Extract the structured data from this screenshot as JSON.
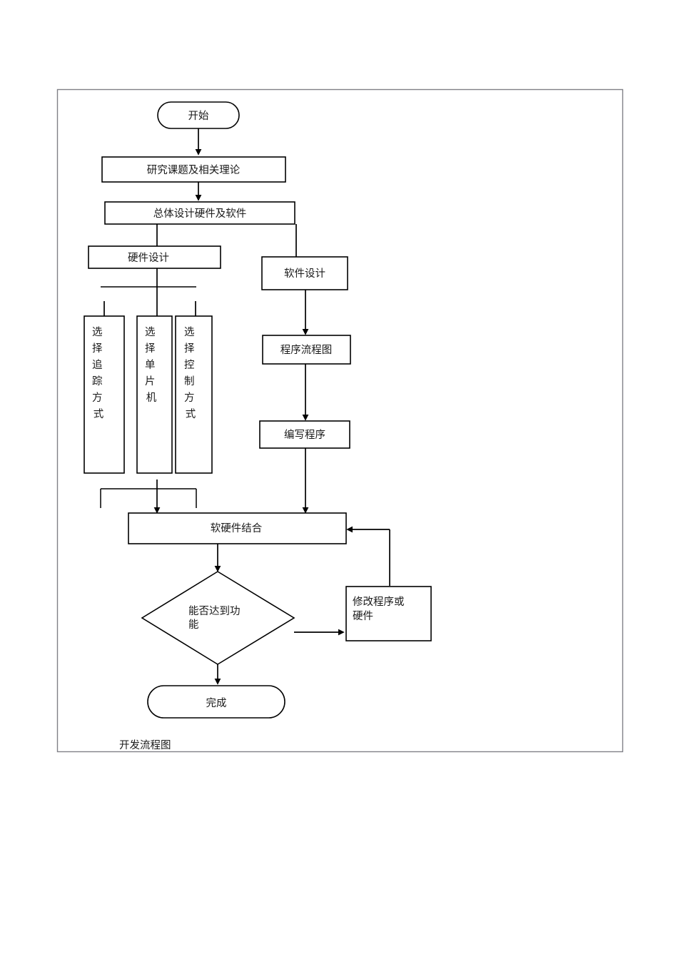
{
  "document": {
    "caption": "开发流程图",
    "frame_color": "#808087",
    "line_color": "#000000",
    "text_color": "#1a1a1a",
    "background": "#ffffff"
  },
  "chart_data": {
    "type": "diagram",
    "diagram_kind": "flowchart",
    "title": "开发流程图",
    "orientation": "top-to-bottom",
    "nodes": [
      {
        "id": "start",
        "label": "开始",
        "shape": "stadium",
        "text_orientation": "horizontal"
      },
      {
        "id": "research",
        "label": "研究课题及相关理论",
        "shape": "rectangle",
        "text_orientation": "horizontal"
      },
      {
        "id": "overall",
        "label": "总体设计硬件及软件",
        "shape": "rectangle",
        "text_orientation": "horizontal"
      },
      {
        "id": "hw_design",
        "label": "硬件设计",
        "shape": "rectangle",
        "text_orientation": "horizontal"
      },
      {
        "id": "sw_design",
        "label": "软件设计",
        "shape": "rectangle",
        "text_orientation": "horizontal"
      },
      {
        "id": "track_mode",
        "label": "选择追踪方式",
        "shape": "rectangle-tall",
        "text_orientation": "vertical"
      },
      {
        "id": "mcu",
        "label": "选择单片机",
        "shape": "rectangle-tall",
        "text_orientation": "vertical"
      },
      {
        "id": "control_mode",
        "label": "选择控制方式",
        "shape": "rectangle-tall",
        "text_orientation": "vertical"
      },
      {
        "id": "prog_flow",
        "label": "程序流程图",
        "shape": "rectangle",
        "text_orientation": "horizontal"
      },
      {
        "id": "write_prog",
        "label": "编写程序",
        "shape": "rectangle",
        "text_orientation": "horizontal"
      },
      {
        "id": "combine",
        "label": "软硬件结合",
        "shape": "rectangle-wide",
        "text_orientation": "horizontal"
      },
      {
        "id": "decision",
        "label": "能否达到功能",
        "shape": "diamond",
        "text_orientation": "horizontal",
        "label_lines": [
          "能否达到功",
          "能"
        ]
      },
      {
        "id": "modify",
        "label": "修改程序或硬件",
        "shape": "rectangle",
        "text_orientation": "horizontal",
        "label_lines": [
          "修改程序或",
          "硬件"
        ]
      },
      {
        "id": "finish",
        "label": "完成",
        "shape": "stadium",
        "text_orientation": "horizontal"
      }
    ],
    "edges": [
      {
        "from": "start",
        "to": "research",
        "label": ""
      },
      {
        "from": "research",
        "to": "overall",
        "label": ""
      },
      {
        "from": "overall",
        "to": "hw_design",
        "label": ""
      },
      {
        "from": "overall",
        "to": "sw_design",
        "label": ""
      },
      {
        "from": "hw_design",
        "to": "track_mode",
        "label": ""
      },
      {
        "from": "hw_design",
        "to": "mcu",
        "label": ""
      },
      {
        "from": "hw_design",
        "to": "control_mode",
        "label": ""
      },
      {
        "from": "sw_design",
        "to": "prog_flow",
        "label": ""
      },
      {
        "from": "prog_flow",
        "to": "write_prog",
        "label": ""
      },
      {
        "from": "track_mode",
        "to": "combine",
        "label": ""
      },
      {
        "from": "mcu",
        "to": "combine",
        "label": ""
      },
      {
        "from": "control_mode",
        "to": "combine",
        "label": ""
      },
      {
        "from": "write_prog",
        "to": "combine",
        "label": ""
      },
      {
        "from": "combine",
        "to": "decision",
        "label": ""
      },
      {
        "from": "decision",
        "to": "modify",
        "label": ""
      },
      {
        "from": "modify",
        "to": "combine",
        "label": ""
      },
      {
        "from": "decision",
        "to": "finish",
        "label": ""
      }
    ]
  },
  "labels": {
    "start": "开始",
    "research": "研究课题及相关理论",
    "overall": "总体设计硬件及软件",
    "hw_design": "硬件设计",
    "sw_design": "软件设计",
    "track_mode_chars": [
      "选",
      "择",
      "追",
      "踪",
      "方",
      "式"
    ],
    "mcu_chars": [
      "选",
      "择",
      "单",
      "片",
      "机"
    ],
    "control_mode_chars": [
      "选",
      "择",
      "控",
      "制",
      "方",
      "式"
    ],
    "prog_flow": "程序流程图",
    "write_prog": "编写程序",
    "combine": "软硬件结合",
    "decision_line1": "能否达到功",
    "decision_line2": "能",
    "modify_line1": "修改程序或",
    "modify_line2": "硬件",
    "finish": "完成",
    "caption": "开发流程图"
  }
}
